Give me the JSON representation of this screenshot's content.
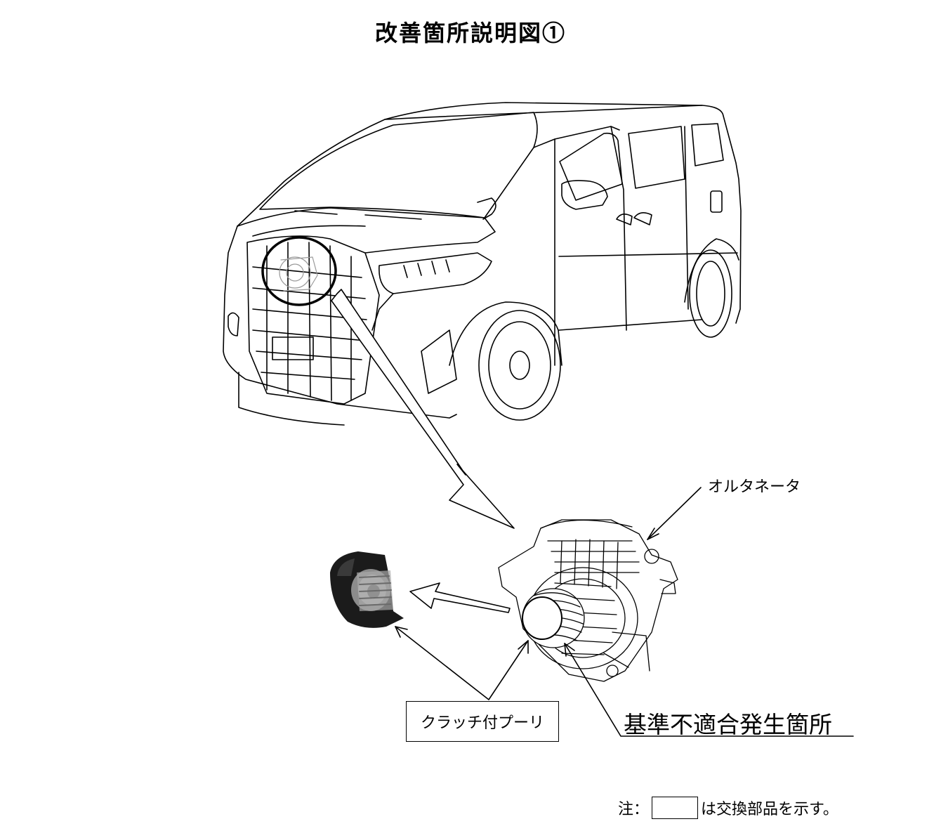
{
  "title": "改善箇所説明図①",
  "labels": {
    "alternator": "オルタネータ",
    "clutch_pulley": "クラッチ付プーリ",
    "defect_location": "基準不適合発生箇所"
  },
  "note": {
    "prefix": "注：",
    "suffix": "は交換部品を示す。"
  }
}
